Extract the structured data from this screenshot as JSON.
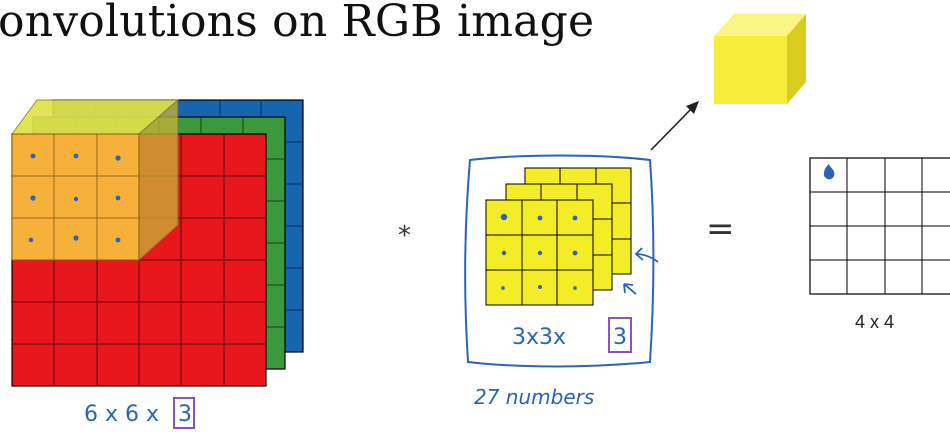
{
  "slide": {
    "title": "onvolutions on RGB image"
  },
  "input_volume": {
    "label_prefix": "6 x 6 x",
    "label_channels": "3",
    "grid_size": 6,
    "channels": 3,
    "colors": {
      "red": "#e8171c",
      "green": "#3a9a3b",
      "blue": "#1565b0"
    }
  },
  "filter_volume": {
    "label_prefix": "3x3x",
    "label_channels": "3",
    "caption": "27 numbers",
    "color": "#f4ec26"
  },
  "operators": {
    "convolve": "*",
    "equals": "="
  },
  "output": {
    "size_label": "4 x 4",
    "rows": 4,
    "cols": 4
  },
  "colors": {
    "ink_blue": "#2a63b8",
    "overlay_orange": "#f6b13a",
    "cube_yellow": "#f7ee3c"
  }
}
